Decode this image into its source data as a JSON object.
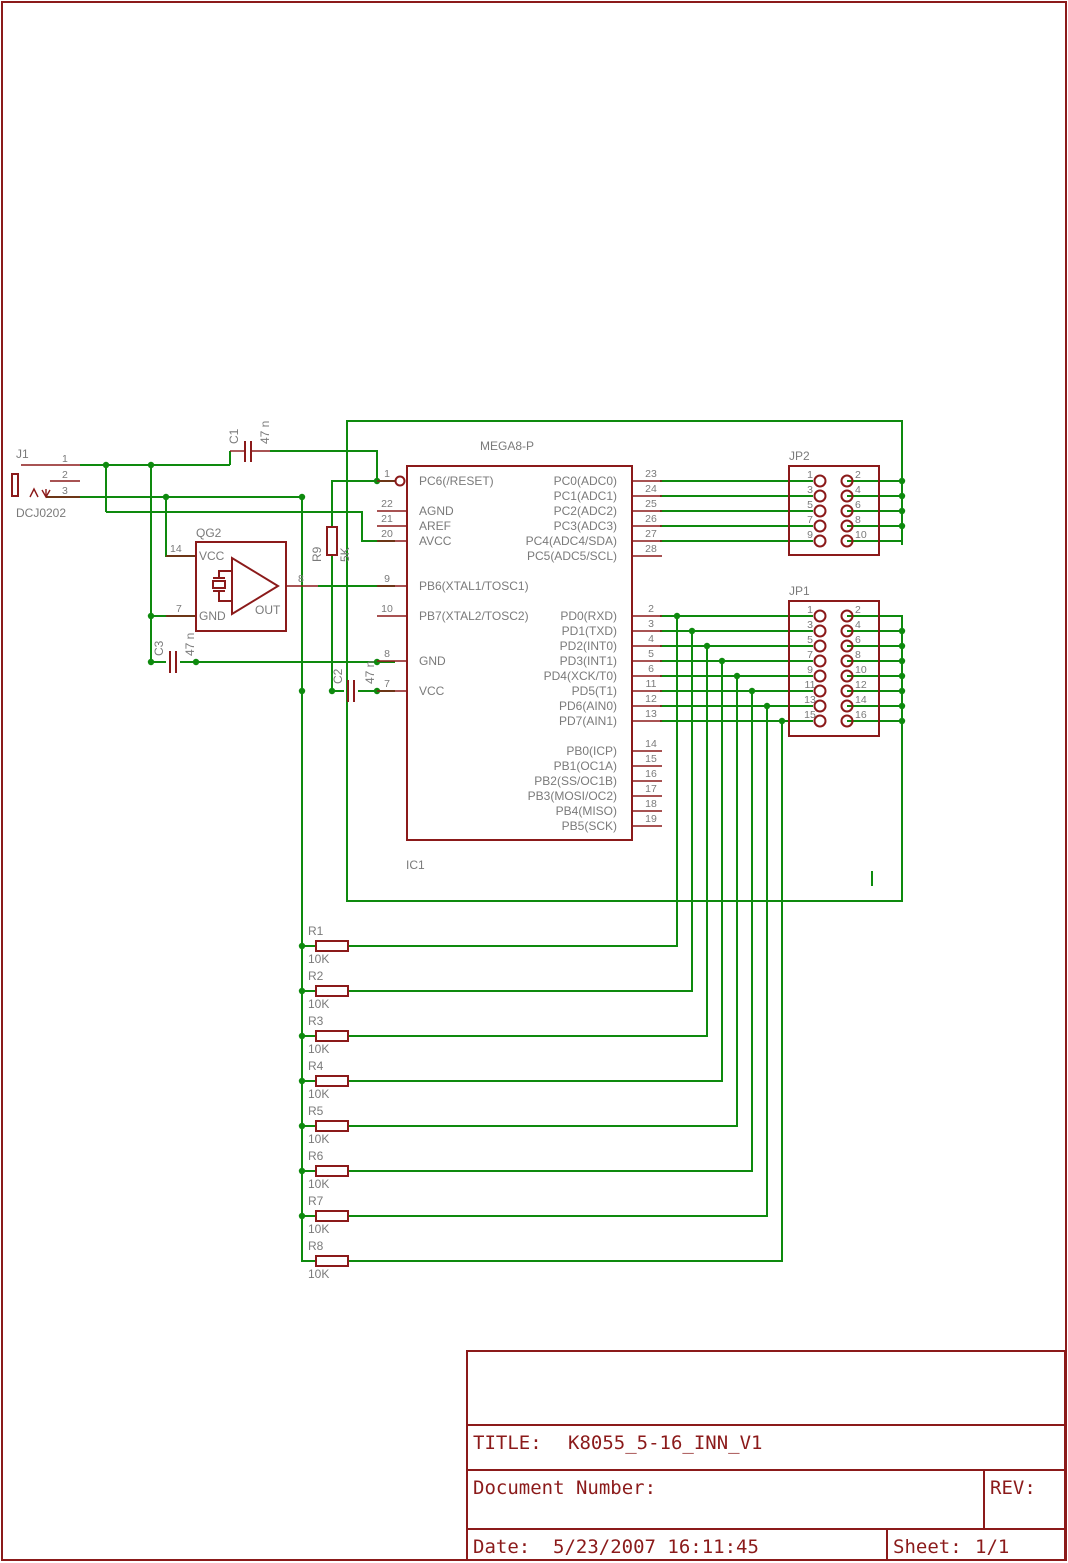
{
  "components": {
    "j1": {
      "ref": "J1",
      "value": "DCJ0202",
      "pins": [
        "1",
        "2",
        "3"
      ]
    },
    "c1": {
      "ref": "C1",
      "value": "47 n"
    },
    "c2": {
      "ref": "C2",
      "value": "47 n"
    },
    "c3": {
      "ref": "C3",
      "value": "47 n"
    },
    "r9": {
      "ref": "R9",
      "value": "5K"
    },
    "qg2": {
      "ref": "QG2",
      "pin_vcc": "VCC",
      "pin_gnd": "GND",
      "pin_out": "OUT",
      "pin14": "14",
      "pin7": "7",
      "pin8": "8"
    },
    "ic1": {
      "value": "MEGA8-P",
      "ref": "IC1",
      "left_pins": [
        {
          "no": "1",
          "name": "PC6(/RESET)"
        },
        {
          "no": "22",
          "name": "AGND"
        },
        {
          "no": "21",
          "name": "AREF"
        },
        {
          "no": "20",
          "name": "AVCC"
        },
        {
          "no": "9",
          "name": "PB6(XTAL1/TOSC1)"
        },
        {
          "no": "10",
          "name": "PB7(XTAL2/TOSC2)"
        },
        {
          "no": "8",
          "name": "GND"
        },
        {
          "no": "7",
          "name": "VCC"
        }
      ],
      "right_pins": [
        {
          "no": "23",
          "name": "PC0(ADC0)"
        },
        {
          "no": "24",
          "name": "PC1(ADC1)"
        },
        {
          "no": "25",
          "name": "PC2(ADC2)"
        },
        {
          "no": "26",
          "name": "PC3(ADC3)"
        },
        {
          "no": "27",
          "name": "PC4(ADC4/SDA)"
        },
        {
          "no": "28",
          "name": "PC5(ADC5/SCL)"
        },
        {
          "no": "2",
          "name": "PD0(RXD)"
        },
        {
          "no": "3",
          "name": "PD1(TXD)"
        },
        {
          "no": "4",
          "name": "PD2(INT0)"
        },
        {
          "no": "5",
          "name": "PD3(INT1)"
        },
        {
          "no": "6",
          "name": "PD4(XCK/T0)"
        },
        {
          "no": "11",
          "name": "PD5(T1)"
        },
        {
          "no": "12",
          "name": "PD6(AIN0)"
        },
        {
          "no": "13",
          "name": "PD7(AIN1)"
        },
        {
          "no": "14",
          "name": "PB0(ICP)"
        },
        {
          "no": "15",
          "name": "PB1(OC1A)"
        },
        {
          "no": "16",
          "name": "PB2(SS/OC1B)"
        },
        {
          "no": "17",
          "name": "PB3(MOSI/OC2)"
        },
        {
          "no": "18",
          "name": "PB4(MISO)"
        },
        {
          "no": "19",
          "name": "PB5(SCK)"
        }
      ]
    },
    "jp2": {
      "ref": "JP2",
      "pins_odd": [
        "1",
        "3",
        "5",
        "7",
        "9"
      ],
      "pins_even": [
        "2",
        "4",
        "6",
        "8",
        "10"
      ]
    },
    "jp1": {
      "ref": "JP1",
      "pins_odd": [
        "1",
        "3",
        "5",
        "7",
        "9",
        "11",
        "13",
        "15"
      ],
      "pins_even": [
        "2",
        "4",
        "6",
        "8",
        "10",
        "12",
        "14",
        "16"
      ]
    },
    "resistors": [
      {
        "ref": "R1",
        "value": "10K"
      },
      {
        "ref": "R2",
        "value": "10K"
      },
      {
        "ref": "R3",
        "value": "10K"
      },
      {
        "ref": "R4",
        "value": "10K"
      },
      {
        "ref": "R5",
        "value": "10K"
      },
      {
        "ref": "R6",
        "value": "10K"
      },
      {
        "ref": "R7",
        "value": "10K"
      },
      {
        "ref": "R8",
        "value": "10K"
      }
    ],
    "stray_mark": "I"
  },
  "title_block": {
    "title_label": "TITLE:",
    "title_value": "K8055_5-16_INN_V1",
    "docnum_label": "Document Number:",
    "rev_label": "REV:",
    "date_label": "Date:",
    "date_value": "5/23/2007 16:11:45",
    "sheet_label": "Sheet:",
    "sheet_value": "1/1"
  },
  "colors": {
    "symbol": "#8b1a1a",
    "wire": "#0e8a0e",
    "text": "#7a7a7a"
  }
}
